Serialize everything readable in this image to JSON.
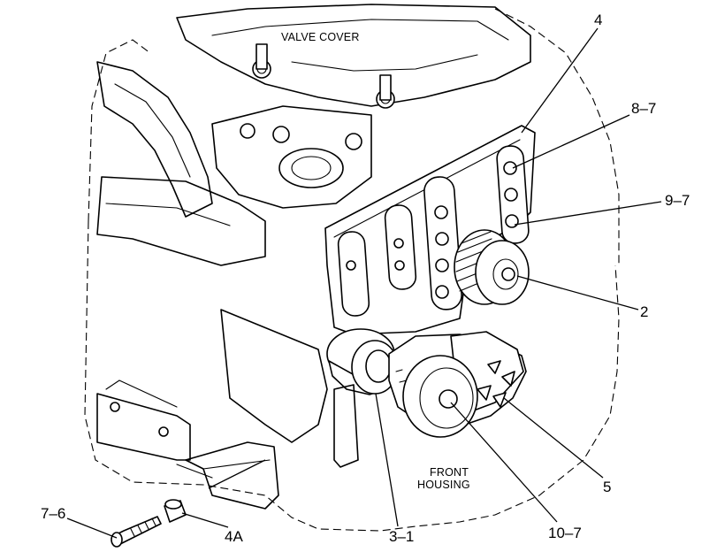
{
  "labels": {
    "valve_cover": "VALVE COVER",
    "front_housing_line1": "FRONT",
    "front_housing_line2": "HOUSING"
  },
  "callouts": {
    "c4": "4",
    "c8_7": "8–7",
    "c9_7": "9–7",
    "c2": "2",
    "c5": "5",
    "c10_7": "10–7",
    "c3_1": "3–1",
    "c4a": "4A",
    "c7_6": "7–6"
  }
}
